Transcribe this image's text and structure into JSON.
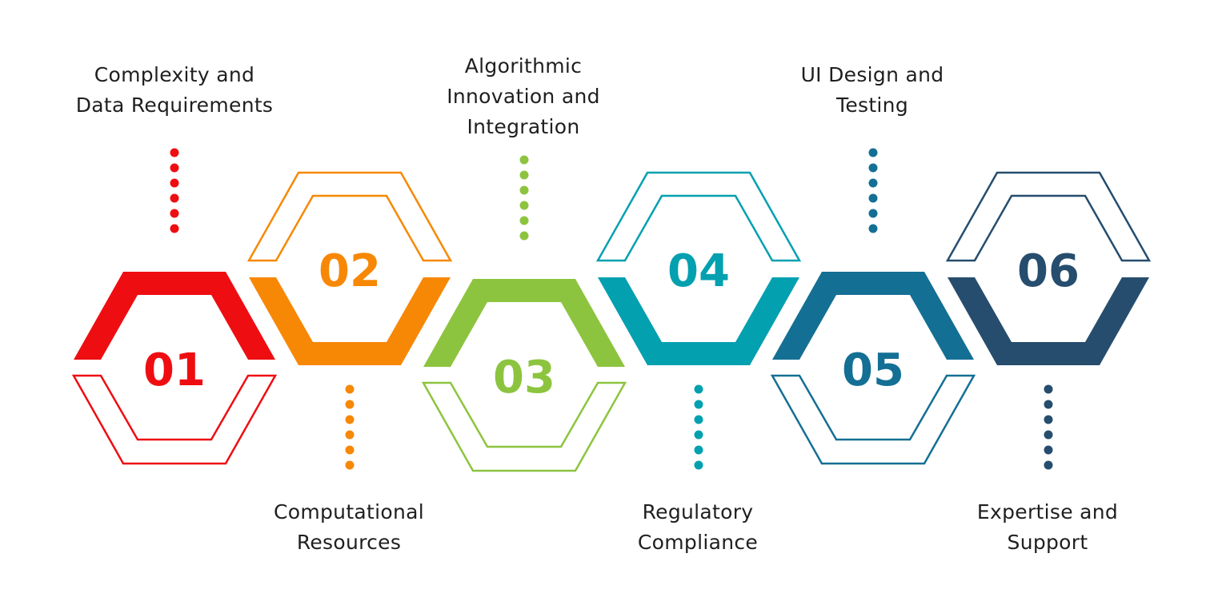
{
  "steps": [
    {
      "number": "01",
      "color": "#ee0e12",
      "lines": [
        "Complexity and",
        "Data Requirements"
      ]
    },
    {
      "number": "02",
      "color": "#f78805",
      "lines": [
        "Computational",
        "Resources"
      ]
    },
    {
      "number": "03",
      "color": "#8dc43f",
      "lines": [
        "Algorithmic",
        "Innovation and",
        "Integration"
      ]
    },
    {
      "number": "04",
      "color": "#03a0b0",
      "lines": [
        "Regulatory",
        "Compliance"
      ]
    },
    {
      "number": "05",
      "color": "#146f94",
      "lines": [
        "UI Design and",
        "Testing"
      ]
    },
    {
      "number": "06",
      "color": "#264d6e",
      "lines": [
        "Expertise and",
        "Support"
      ]
    }
  ]
}
